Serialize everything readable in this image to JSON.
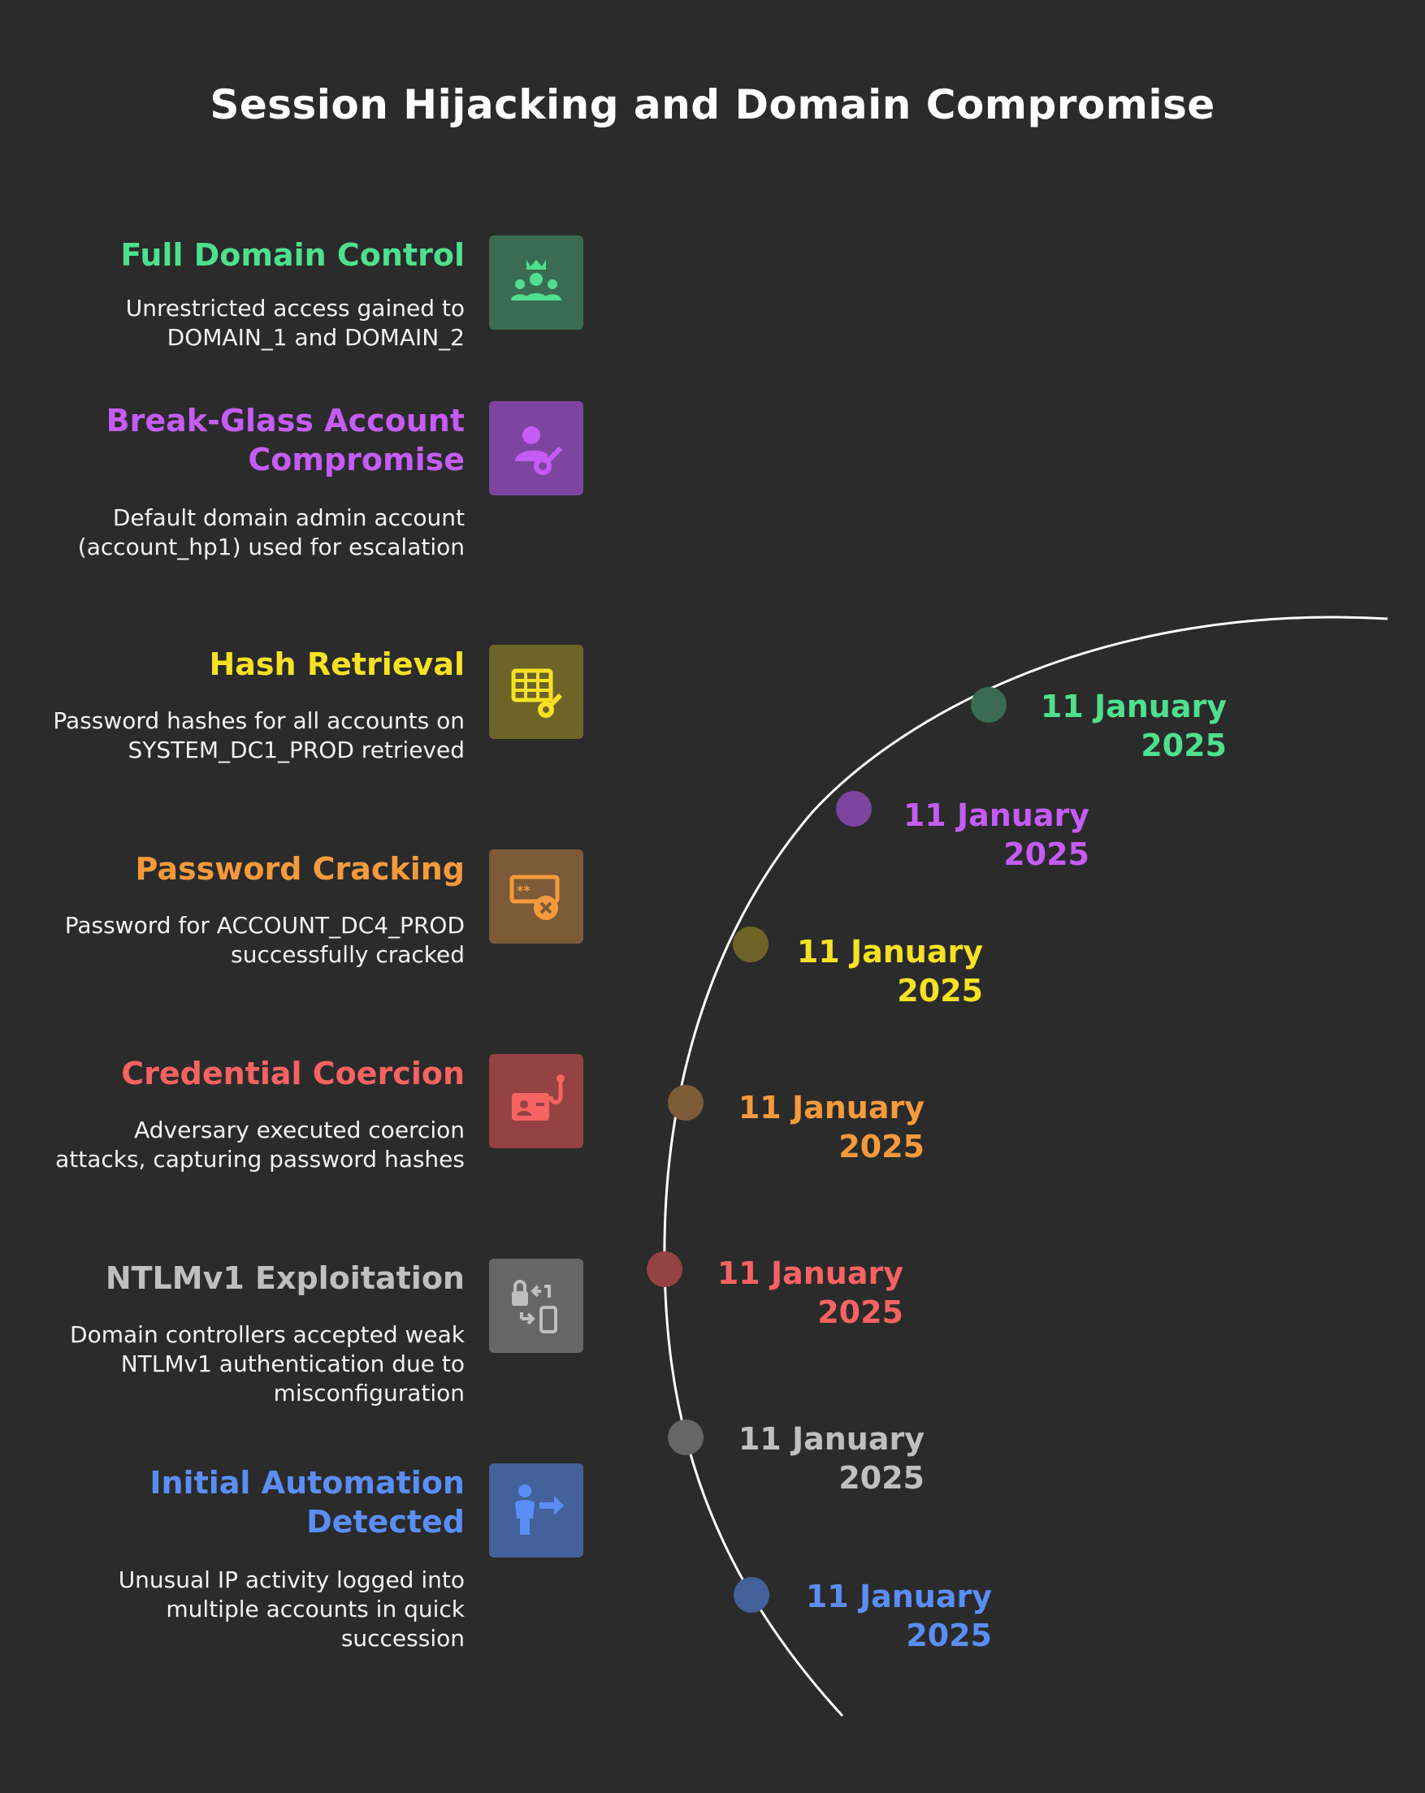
{
  "title": "Session Hijacking and Domain Compromise",
  "events": [
    {
      "title": "Full Domain Control",
      "description": "Unrestricted access gained to DOMAIN_1 and DOMAIN_2",
      "date_line1": "11 January",
      "date_line2": "2025",
      "color": "#4ee08e",
      "icon_bg": "#3b6b52",
      "icon": "crown-group-icon"
    },
    {
      "title": "Break-Glass Account Compromise",
      "description": "Default domain admin account (account_hp1) used for escalation",
      "date_line1": "11 January",
      "date_line2": "2025",
      "color": "#c45cf5",
      "icon_bg": "#7d45a0",
      "icon": "user-key-icon"
    },
    {
      "title": "Hash Retrieval",
      "description": "Password hashes for all accounts on SYSTEM_DC1_PROD retrieved",
      "date_line1": "11 January",
      "date_line2": "2025",
      "color": "#f7e124",
      "icon_bg": "#6e6428",
      "icon": "table-key-icon"
    },
    {
      "title": "Password Cracking",
      "description": "Password for ACCOUNT_DC4_PROD successfully cracked",
      "date_line1": "11 January",
      "date_line2": "2025",
      "color": "#f59a3c",
      "icon_bg": "#7d5a38",
      "icon": "password-cross-icon"
    },
    {
      "title": "Credential Coercion",
      "description": "Adversary executed coercion attacks, capturing password hashes",
      "date_line1": "11 January",
      "date_line2": "2025",
      "color": "#f76262",
      "icon_bg": "#944242",
      "icon": "id-card-hook-icon"
    },
    {
      "title": "NTLMv1 Exploitation",
      "description": "Domain controllers accepted weak NTLMv1 authentication due to misconfiguration",
      "date_line1": "11 January",
      "date_line2": "2025",
      "color": "#bfbfbf",
      "icon_bg": "#666666",
      "icon": "lock-phone-exchange-icon"
    },
    {
      "title": "Initial Automation Detected",
      "description": "Unusual IP activity logged into multiple accounts in quick succession",
      "date_line1": "11 January",
      "date_line2": "2025",
      "color": "#5b8ef5",
      "icon_bg": "#43619a",
      "icon": "person-arrow-icon"
    }
  ]
}
